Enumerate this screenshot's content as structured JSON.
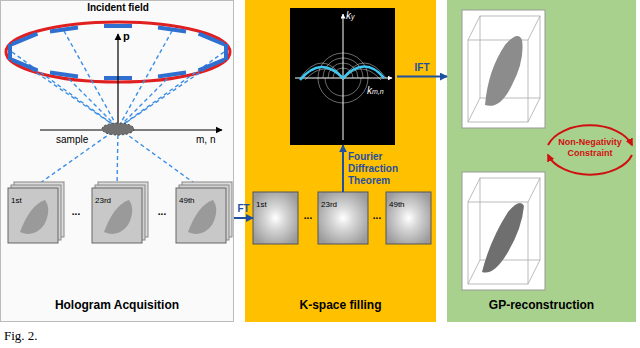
{
  "diagram": {
    "caption": "Fig. 2.",
    "nodes": [
      {
        "text": [
          "Hologram Acquisition"
        ]
      },
      {
        "text": [
          "1st"
        ],
        "in": 0
      },
      {
        "text": [
          "23rd"
        ],
        "in": 0
      },
      {
        "text": [
          "49th"
        ],
        "in": 0
      },
      {
        "text": [
          "K-space filling"
        ]
      },
      {
        "text": [
          "ky",
          "km,n"
        ],
        "in": 4
      },
      {
        "text": [
          "1st"
        ],
        "in": 4
      },
      {
        "text": [
          "23rd"
        ],
        "in": 4
      },
      {
        "text": [
          "49th"
        ],
        "in": 4
      },
      {
        "text": [
          "GP-reconstruction"
        ]
      }
    ],
    "edges": [
      {
        "from": 0,
        "to": 6,
        "arrow": "to",
        "label": "FT"
      },
      {
        "from": 7,
        "to": 5,
        "arrow": "to",
        "label": "Fourier Diffraction Theorem"
      },
      {
        "from": 5,
        "to": 9,
        "arrow": "to",
        "label": "IFT"
      }
    ],
    "labels": [
      "Incident field",
      "p",
      "sample",
      "m, n",
      "...",
      "...",
      "...",
      "...",
      "Non-Negativity Constraint"
    ]
  }
}
